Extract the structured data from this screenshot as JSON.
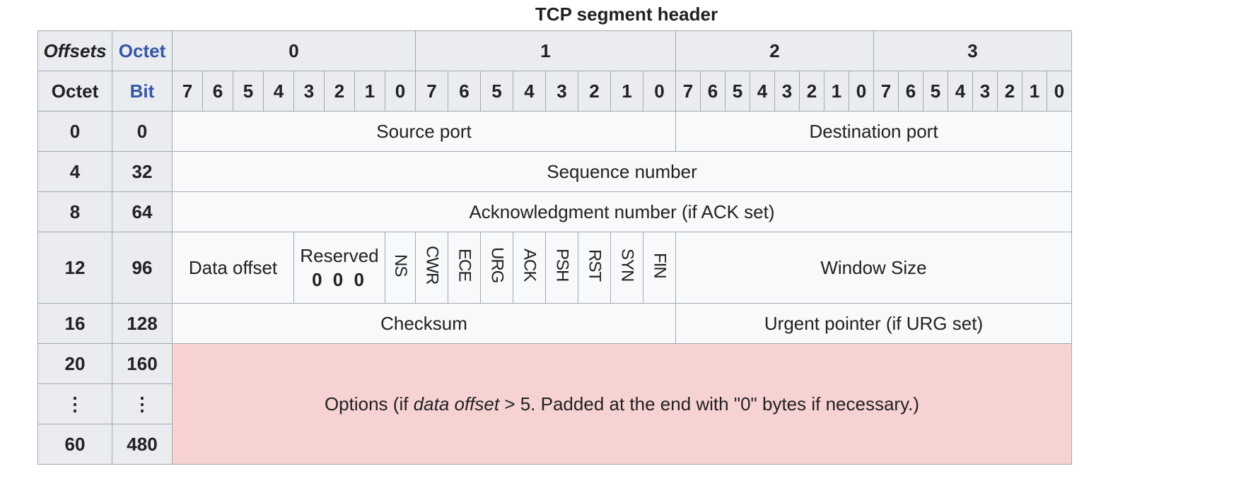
{
  "caption": "TCP segment header",
  "corner": {
    "offsets": "Offsets",
    "octet_top": "Octet",
    "octet_left": "Octet",
    "bit": "Bit"
  },
  "octet_headers": [
    "0",
    "1",
    "2",
    "3"
  ],
  "bit_labels": [
    "7",
    "6",
    "5",
    "4",
    "3",
    "2",
    "1",
    "0",
    "7",
    "6",
    "5",
    "4",
    "3",
    "2",
    "1",
    "0",
    "7",
    "6",
    "5",
    "4",
    "3",
    "2",
    "1",
    "0",
    "7",
    "6",
    "5",
    "4",
    "3",
    "2",
    "1",
    "0"
  ],
  "rows": [
    {
      "octet": "0",
      "bit": "0"
    },
    {
      "octet": "4",
      "bit": "32"
    },
    {
      "octet": "8",
      "bit": "64"
    },
    {
      "octet": "12",
      "bit": "96"
    },
    {
      "octet": "16",
      "bit": "128"
    },
    {
      "octet": "20",
      "bit": "160"
    },
    {
      "octet": "⋮",
      "bit": "⋮"
    },
    {
      "octet": "60",
      "bit": "480"
    }
  ],
  "fields": {
    "source_port": "Source port",
    "destination_port": "Destination port",
    "sequence_number": "Sequence number",
    "ack_number": "Acknowledgment number (if ACK set)",
    "data_offset": "Data offset",
    "reserved": "Reserved",
    "reserved_bits": "0 0 0",
    "flags": [
      "NS",
      "CWR",
      "ECE",
      "URG",
      "ACK",
      "PSH",
      "RST",
      "SYN",
      "FIN"
    ],
    "window_size": "Window Size",
    "checksum": "Checksum",
    "urgent_pointer": "Urgent pointer (if URG set)",
    "options_prefix": "Options (if ",
    "options_italic": "data offset",
    "options_suffix": " > 5. Padded at the end with \"0\" bytes if necessary.)"
  },
  "colors": {
    "header_bg": "#eaecf0",
    "field_bg": "#f8f9fa",
    "options_bg": "#f7d2d3",
    "link_blue": "#3557a8",
    "border": "#a2a9b1"
  }
}
